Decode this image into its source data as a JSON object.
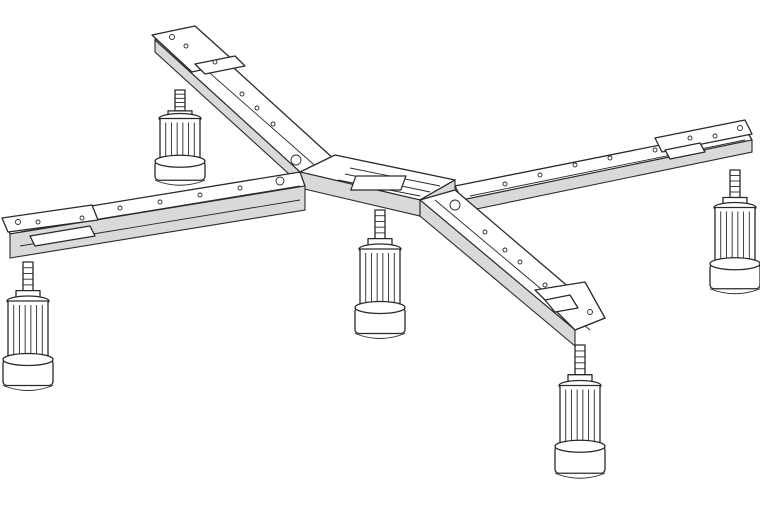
{
  "diagram": {
    "subject": "adjustable-cross-frame-with-five-feet",
    "arms": [
      "arm-upper-left",
      "arm-lower-left",
      "arm-upper-right",
      "arm-lower-right"
    ],
    "feet": [
      "foot-upper-left",
      "foot-lower-left",
      "foot-center",
      "foot-right",
      "foot-bottom"
    ],
    "line_color": "#2a2a2a",
    "background": "#ffffff"
  }
}
